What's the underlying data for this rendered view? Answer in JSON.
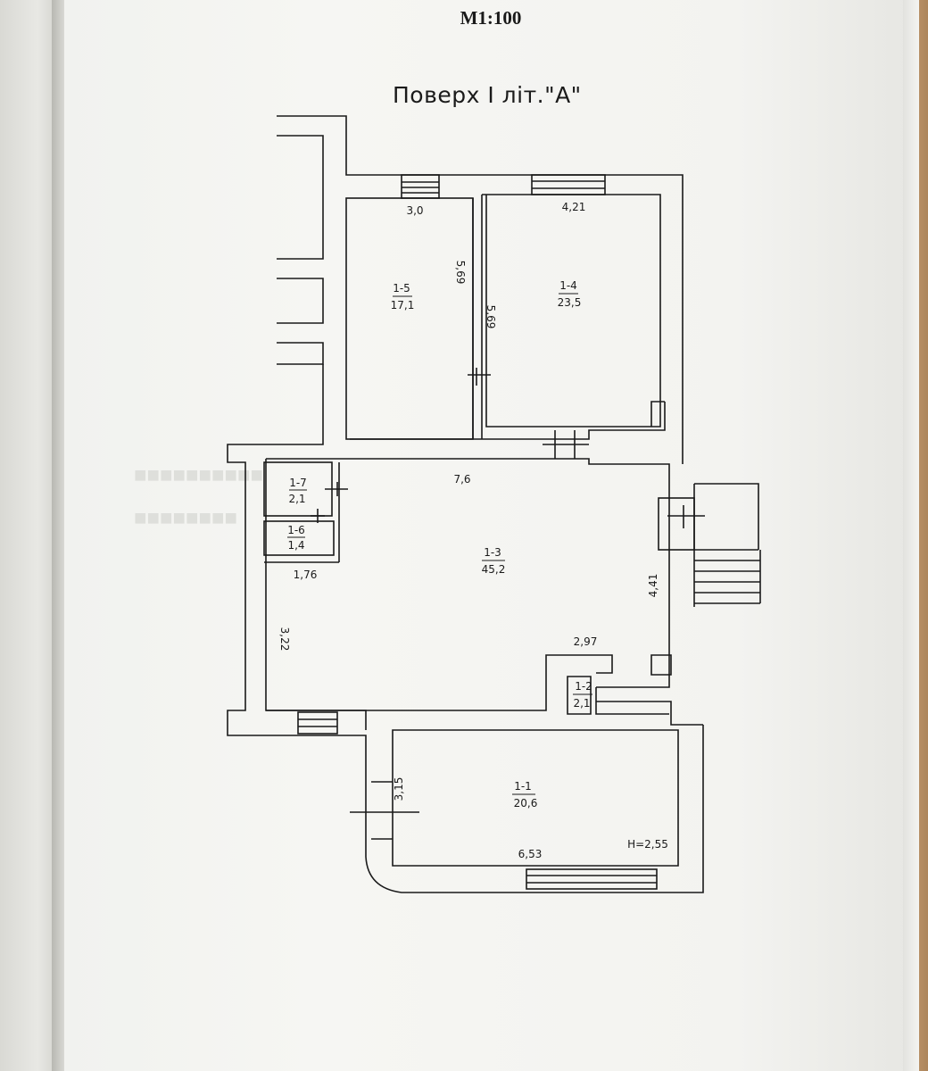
{
  "header": {
    "scale": "M1:100",
    "title": "Поверх І   літ.\"А\""
  },
  "rooms": [
    {
      "id": "1-5",
      "area": "17,1"
    },
    {
      "id": "1-4",
      "area": "23,5"
    },
    {
      "id": "1-7",
      "area": "2,1"
    },
    {
      "id": "1-6",
      "area": "1,4"
    },
    {
      "id": "1-3",
      "area": "45,2"
    },
    {
      "id": "1-2",
      "area": "2,1"
    },
    {
      "id": "1-1",
      "area": "20,6"
    }
  ],
  "dimensions": {
    "w_1_5": "3,0",
    "w_1_4": "4,21",
    "h_1_5": "5,69",
    "h_1_4": "5,69",
    "w_1_3": "7,6",
    "w_1_6": "1,76",
    "h_1_3_right": "4,41",
    "h_1_3_left": "3,22",
    "w_1_2": "2,97",
    "h_1_1": "3,15",
    "w_1_1": "6,53",
    "ceiling_height": "H=2,55"
  }
}
